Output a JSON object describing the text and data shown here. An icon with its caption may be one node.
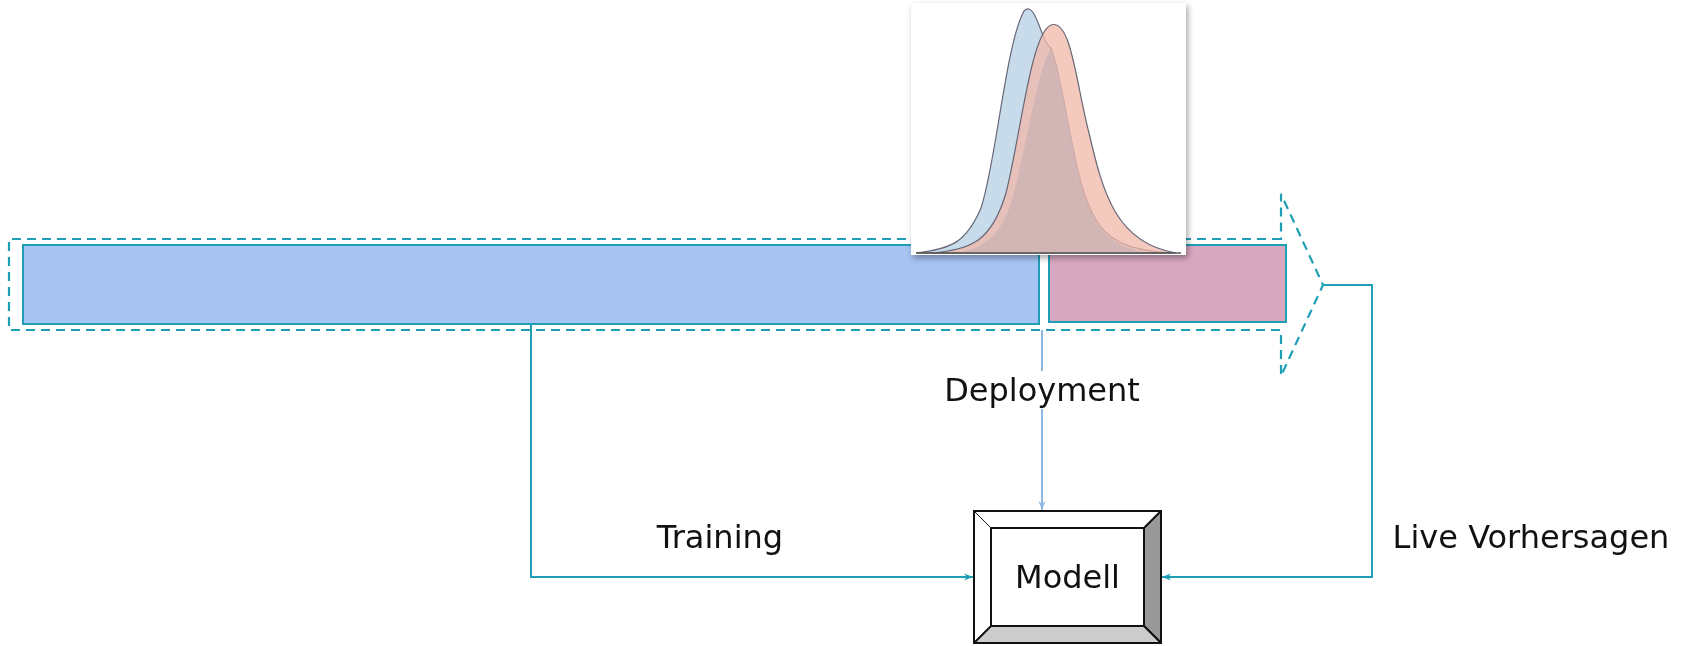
{
  "diagram": {
    "nodes": [
      {
        "text": [],
        "shape": "arrow"
      },
      {
        "text": [],
        "shape": "bar",
        "in": 0
      },
      {
        "text": [],
        "shape": "bar",
        "in": 0
      },
      {
        "text": [],
        "shape": "picture"
      },
      {
        "text": [
          "Modell"
        ]
      }
    ],
    "edges": [
      {
        "from": 1,
        "to": 4,
        "arrow": "to",
        "label": "Training"
      },
      {
        "from": 0,
        "to": 4,
        "arrow": "to",
        "label": "Deployment",
        "color": "#8cb8e2"
      },
      {
        "from": 0,
        "to": 4,
        "arrow": "to",
        "label": "Live Vorhersagen"
      }
    ]
  }
}
